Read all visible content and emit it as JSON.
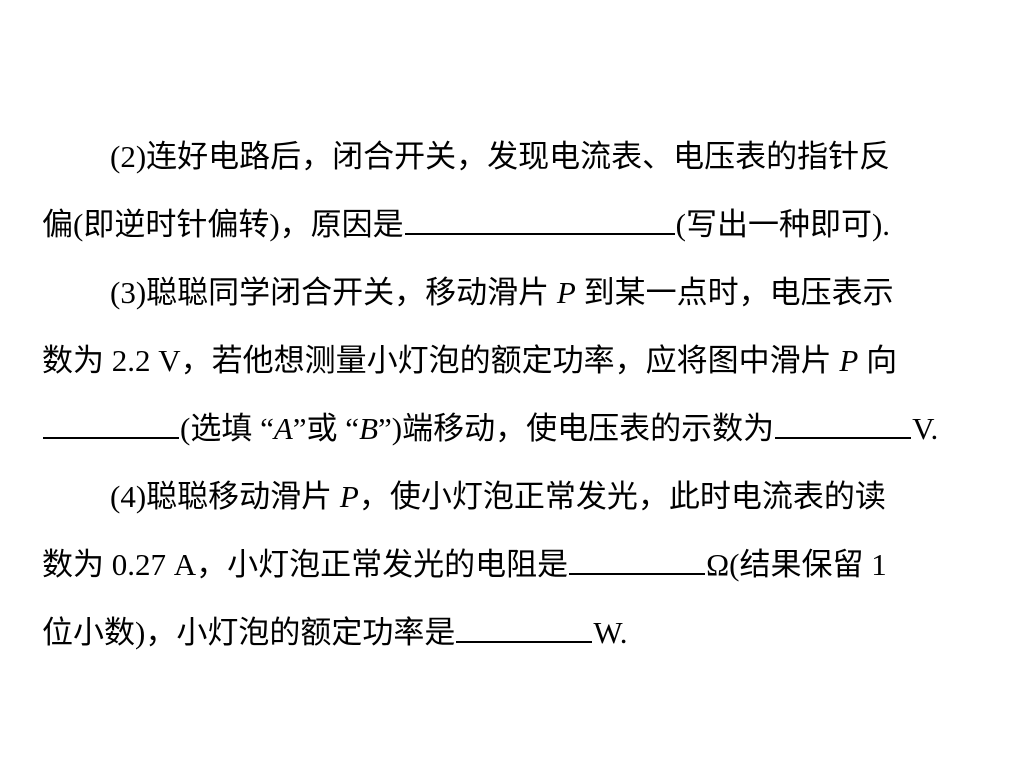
{
  "q2": {
    "line1": "(2)连好电路后，闭合开关，发现电流表、电压表的指针反",
    "line2_pre": "偏(即逆时针偏转)，原因是",
    "line2_post": "(写出一种即可)."
  },
  "q3": {
    "line1_pre": "(3)聪聪同学闭合开关，移动滑片 ",
    "var_p": "P",
    "line1_post": " 到某一点时，电压表示",
    "line2_pre": "数为 2.2 V，若他想测量小灯泡的额定功率，应将图中滑片 ",
    "line2_post": " 向",
    "line3_a": "(选填 “",
    "var_a": "A",
    "line3_b": "”或 “",
    "var_b": "B",
    "line3_c": "”)端移动，使电压表的示数为",
    "line3_unit": "V."
  },
  "q4": {
    "line1_pre": "(4)聪聪移动滑片 ",
    "var_p": "P",
    "line1_post": "，使小灯泡正常发光，此时电流表的读",
    "line2_pre": "数为 0.27 A，小灯泡正常发光的电阻是",
    "line2_post": "Ω(结果保留 1",
    "line3_pre": "位小数)，小灯泡的额定功率是",
    "line3_post": "W."
  }
}
